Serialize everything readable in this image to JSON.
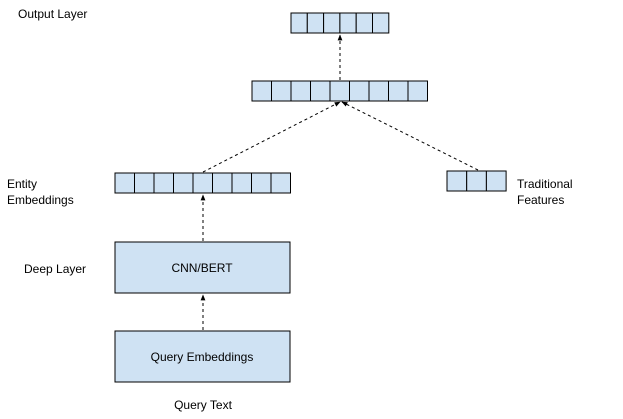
{
  "labels": {
    "output_layer": "Output Layer",
    "entity_line1": "Entity",
    "entity_line2": "Embeddings",
    "deep_layer": "Deep Layer",
    "traditional_line1": "Traditional",
    "traditional_line2": "Features",
    "query_text": "Query Text"
  },
  "boxes": {
    "cnn_bert": "CNN/BERT",
    "query_embeddings": "Query Embeddings"
  },
  "colors": {
    "fill": "#cfe2f3",
    "stroke": "#000000"
  }
}
